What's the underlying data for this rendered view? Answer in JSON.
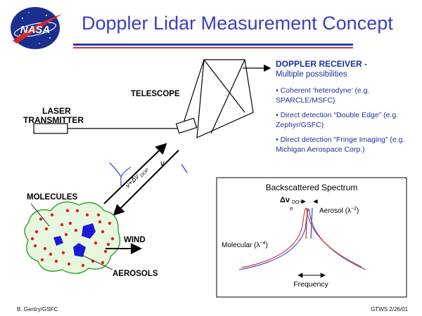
{
  "slide": {
    "title": "Doppler Lidar Measurement Concept",
    "logo_text": "NASA",
    "footer_left": "B. Gentry/GSFC",
    "footer_right": "GTWS 2/26/01"
  },
  "diagram": {
    "telescope_label": "TELESCOPE",
    "laser_label_line1": "LASER",
    "laser_label_line2": "TRANSMITTER",
    "molecules_label": "MOLECULES",
    "aerosols_label": "AEROSOLS",
    "wind_label": "WIND",
    "nu_dop_label": "ν+Δν",
    "nu_dop_sub": "DOP",
    "nu_label": "ν"
  },
  "receiver": {
    "title": "DOPPLER RECEIVER -",
    "subtitle": "Multiple possibilities",
    "items": [
      "• Coherent ‘heterodyne’ (e.g. SPARCLE/MSFC)",
      "• Direct detection “Double Edge” (e.g. Zephyr/GSFC)",
      "• Direct detection “Fringe Imaging” (e.g. Michigan Aerospace Corp.)"
    ]
  },
  "spectrum": {
    "title": "Backscattered Spectrum",
    "delta_label": "Δν",
    "delta_sub1": "DO",
    "delta_sub2": "P",
    "aerosol_label": "Aerosol (λ",
    "aerosol_exp": "−2",
    "molecular_label": "Molecular (λ",
    "molecular_exp": "−4",
    "close_paren": ")",
    "frequency_label": "Frequency",
    "colors": {
      "red": "#d63a3a",
      "blue": "#3d54c8"
    }
  },
  "colors": {
    "title": "#3a3fbe",
    "receiver_text": "#1e2f9a",
    "cloud_fill": "#e6f7de",
    "cloud_stroke": "#3aa63a",
    "molecule": "#e02020",
    "aerosol": "#1a1ad6",
    "nasa_blue": "#1b2f8f",
    "nasa_red": "#d4262b"
  }
}
